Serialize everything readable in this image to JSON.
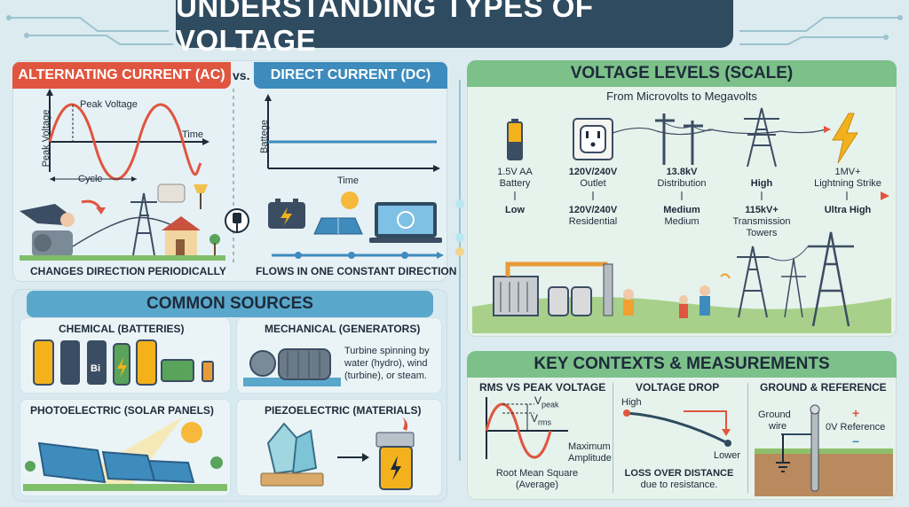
{
  "title": "UNDERSTANDING TYPES OF VOLTAGE",
  "ac_dc": {
    "ac_header": "ALTERNATING CURRENT (AC)",
    "vs": "vs.",
    "dc_header": "DIRECT CURRENT (DC)",
    "ac_peak": "Peak Voltage",
    "ac_yaxis": "Peak Voltage",
    "ac_time": "Time",
    "ac_cycle": "Cycle",
    "dc_yaxis": "Battege",
    "dc_time": "Time",
    "ac_caption": "CHANGES DIRECTION PERIODICALLY",
    "dc_caption": "FLOWS IN ONE CONSTANT DIRECTION"
  },
  "sources": {
    "header": "COMMON SOURCES",
    "chemical": "CHEMICAL (BATTERIES)",
    "battery_bi": "Bi",
    "mechanical": "MECHANICAL (GENERATORS)",
    "mechanical_desc_1": "Turbine spinning by",
    "mechanical_desc_2": "water (hydro), wind",
    "mechanical_desc_3": "(turbine), or steam.",
    "photoelectric": "PHOTOELECTRIC (SOLAR PANELS)",
    "piezoelectric": "PIEZOELECTRIC (MATERIALS)"
  },
  "levels": {
    "header": "VOLTAGE LEVELS (SCALE)",
    "subtitle": "From Microvolts to Megavolts",
    "items": [
      {
        "top1": "1.5V AA",
        "top2": "Battery",
        "level": "Low",
        "sub1": "",
        "sub2": ""
      },
      {
        "top1": "120V/240V",
        "top2": "Outlet",
        "level": "120V/240V",
        "sub1": "Residential",
        "sub2": ""
      },
      {
        "top1": "13.8kV",
        "top2": "Distribution",
        "level": "Medium",
        "sub1": "Medium",
        "sub2": ""
      },
      {
        "top1": "High",
        "top2": "",
        "level": "115kV+",
        "sub1": "Transmission",
        "sub2": "Towers"
      },
      {
        "top1": "1MV+",
        "top2": "Lightning Strike",
        "level": "Ultra High",
        "sub1": "",
        "sub2": ""
      }
    ]
  },
  "contexts": {
    "header": "KEY CONTEXTS & MEASUREMENTS",
    "rms_title": "RMS VS PEAK VOLTAGE",
    "vpeak": "V",
    "vpeak_sub": "peak",
    "vrms": "V",
    "vrms_sub": "rms",
    "max_amp_1": "Maximum",
    "max_amp_2": "Amplitude",
    "rms_caption_1": "Root Mean Square",
    "rms_caption_2": "(Average)",
    "drop_title": "VOLTAGE DROP",
    "drop_high": "High",
    "drop_lower": "Lower",
    "drop_caption": "LOSS OVER DISTANCE",
    "drop_sub": "due to resistance.",
    "ground_title": "GROUND & REFERENCE",
    "ground_wire_1": "Ground",
    "ground_wire_2": "wire",
    "ground_ref": "0V Reference",
    "plus": "+",
    "minus": "−"
  }
}
